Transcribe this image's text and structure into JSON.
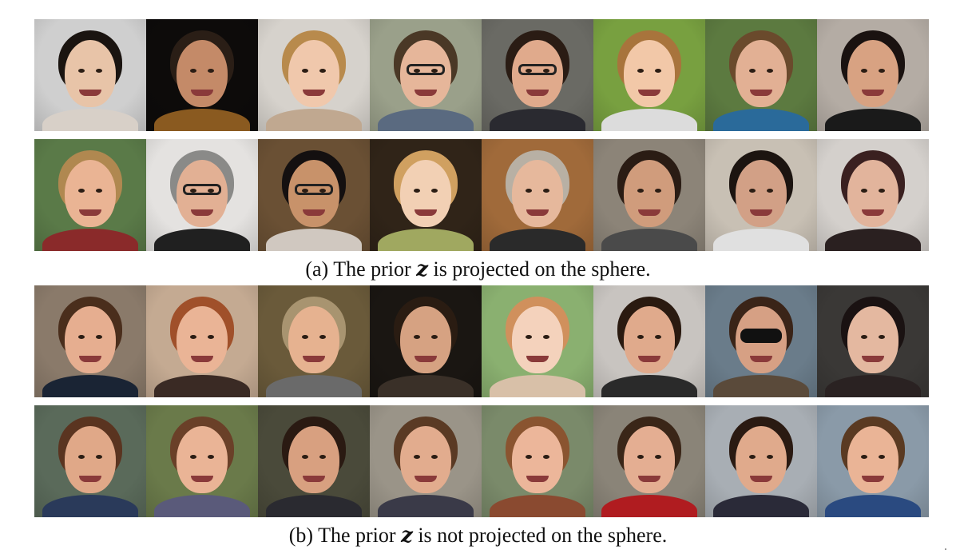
{
  "figure": {
    "caption_a": {
      "prefix": "(a) The prior ",
      "var": "z",
      "suffix": " is projected on the sphere."
    },
    "caption_b": {
      "prefix": "(b) The prior ",
      "var": "z",
      "suffix": " is not projected on the sphere."
    },
    "rows": [
      {
        "group": "a",
        "faces": [
          {
            "bg": "#cfcfcf",
            "skin": "#e8c4a8",
            "hair": "#1a1410",
            "shirt": "#d8d0c8",
            "acc": ""
          },
          {
            "bg": "#0d0b0a",
            "skin": "#c48a68",
            "hair": "#2a1e16",
            "shirt": "#8a5a20",
            "acc": ""
          },
          {
            "bg": "#d6d2cc",
            "skin": "#f0c8ac",
            "hair": "#b88a4c",
            "shirt": "#c0a890",
            "acc": ""
          },
          {
            "bg": "#9aa08a",
            "skin": "#e6b69a",
            "hair": "#4a3826",
            "shirt": "#5a6a80",
            "acc": "glasses"
          },
          {
            "bg": "#6a6a64",
            "skin": "#e0aa8c",
            "hair": "#2a1c14",
            "shirt": "#2a2a30",
            "acc": "glasses"
          },
          {
            "bg": "#78a040",
            "skin": "#f2c8a8",
            "hair": "#a8743c",
            "shirt": "#dcdcdc",
            "acc": ""
          },
          {
            "bg": "#5c7a40",
            "skin": "#e2b094",
            "hair": "#6a4a2c",
            "shirt": "#2a6a9a",
            "acc": ""
          },
          {
            "bg": "#b4aca4",
            "skin": "#d8a282",
            "hair": "#1a1210",
            "shirt": "#1a1a1a",
            "acc": ""
          }
        ]
      },
      {
        "group": "a",
        "faces": [
          {
            "bg": "#5a7a48",
            "skin": "#eab494",
            "hair": "#b08850",
            "shirt": "#8a2a2a",
            "acc": ""
          },
          {
            "bg": "#e4e2e0",
            "skin": "#e2b094",
            "hair": "#8a8a88",
            "shirt": "#202020",
            "acc": "glasses"
          },
          {
            "bg": "#6a5034",
            "skin": "#c8926a",
            "hair": "#141010",
            "shirt": "#d0c8c0",
            "acc": "glasses"
          },
          {
            "bg": "#302418",
            "skin": "#f2d0b4",
            "hair": "#d0a060",
            "shirt": "#a0a860",
            "acc": ""
          },
          {
            "bg": "#a06a3a",
            "skin": "#e6b89c",
            "hair": "#b8b0a4",
            "shirt": "#2a2a2a",
            "acc": ""
          },
          {
            "bg": "#8c8478",
            "skin": "#d09c7c",
            "hair": "#2a1c14",
            "shirt": "#4a4a4a",
            "acc": ""
          },
          {
            "bg": "#c8c0b4",
            "skin": "#d2a086",
            "hair": "#1c1410",
            "shirt": "#e0e0e0",
            "acc": ""
          },
          {
            "bg": "#d4d0cc",
            "skin": "#e2b49c",
            "hair": "#3a2020",
            "shirt": "#2a2020",
            "acc": ""
          }
        ]
      },
      {
        "group": "b",
        "faces": [
          {
            "bg": "#8a7a6a",
            "skin": "#e6ae90",
            "hair": "#4a2e1c",
            "shirt": "#1a2434",
            "acc": ""
          },
          {
            "bg": "#c4aa92",
            "skin": "#eab496",
            "hair": "#a0502a",
            "shirt": "#3a2a24",
            "acc": ""
          },
          {
            "bg": "#6a5a3a",
            "skin": "#e6b290",
            "hair": "#a89470",
            "shirt": "#6a6a6a",
            "acc": ""
          },
          {
            "bg": "#1a1612",
            "skin": "#d6a282",
            "hair": "#2a1c12",
            "shirt": "#3a3028",
            "acc": ""
          },
          {
            "bg": "#8ab070",
            "skin": "#f4d2bc",
            "hair": "#d0905c",
            "shirt": "#d8c0a8",
            "acc": ""
          },
          {
            "bg": "#c8c4c0",
            "skin": "#e0aa8c",
            "hair": "#2a1a10",
            "shirt": "#2a2a2a",
            "acc": ""
          },
          {
            "bg": "#6a7c8a",
            "skin": "#d6a084",
            "hair": "#3a2418",
            "shirt": "#5a4a3a",
            "acc": "shades"
          },
          {
            "bg": "#3a3836",
            "skin": "#e4b8a0",
            "hair": "#1a1212",
            "shirt": "#2a2222",
            "acc": ""
          }
        ]
      },
      {
        "group": "b",
        "faces": [
          {
            "bg": "#5a6a5a",
            "skin": "#e0a888",
            "hair": "#5a3420",
            "shirt": "#2a3a5a",
            "acc": ""
          },
          {
            "bg": "#6a7a4a",
            "skin": "#eab496",
            "hair": "#6a4028",
            "shirt": "#5a5a7a",
            "acc": ""
          },
          {
            "bg": "#4a4a3a",
            "skin": "#d8a080",
            "hair": "#2a1a12",
            "shirt": "#2a2a30",
            "acc": ""
          },
          {
            "bg": "#9a9488",
            "skin": "#e2ac8e",
            "hair": "#5a3a24",
            "shirt": "#3a3a48",
            "acc": ""
          },
          {
            "bg": "#7a8a6a",
            "skin": "#ecb69a",
            "hair": "#8a5430",
            "shirt": "#8a4a30",
            "acc": ""
          },
          {
            "bg": "#8a8478",
            "skin": "#e4ae92",
            "hair": "#3a2618",
            "shirt": "#b01c20",
            "acc": ""
          },
          {
            "bg": "#a8aeb4",
            "skin": "#e0aa8c",
            "hair": "#2a1a12",
            "shirt": "#2a2a38",
            "acc": ""
          },
          {
            "bg": "#8a9aa8",
            "skin": "#eab496",
            "hair": "#5a3a22",
            "shirt": "#2a4a80",
            "acc": ""
          }
        ]
      }
    ]
  }
}
